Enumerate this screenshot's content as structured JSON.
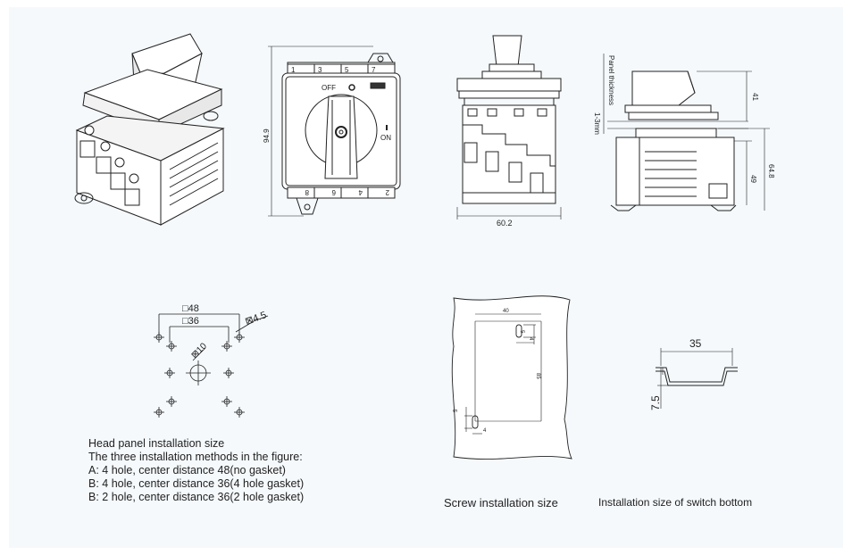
{
  "front_view": {
    "terminals_top": [
      "1",
      "3",
      "5",
      "7"
    ],
    "terminals_bottom": [
      "8",
      "6",
      "4",
      "2"
    ],
    "off_label": "OFF",
    "on_label": "ON",
    "height_dim": "94.9"
  },
  "side_view": {
    "width_dim": "60.2"
  },
  "profile_view": {
    "panel_thickness_label": "Panel thickness",
    "panel_range_label": "1-3mm",
    "dim_41": "41",
    "dim_64_8": "64.8",
    "dim_49": "49"
  },
  "hole_pattern": {
    "dim_48": "□48",
    "dim_36": "□36",
    "dim_hole": "⊠4.5",
    "dim_center": "⊠10"
  },
  "head_panel_text": {
    "title": "Head panel installation size",
    "line1": "The three installation methods in the figure:",
    "line2": "A: 4 hole, center distance 48(no gasket)",
    "line3": "B: 4 hole, center distance 36(4 hole gasket)",
    "line4": "B: 2 hole, center distance 36(2 hole gasket)"
  },
  "screw_diagram": {
    "dim_40": "40",
    "dim_85": "85",
    "dim_5_top": "5",
    "dim_4_top": "4",
    "dim_5_bottom": "5",
    "dim_4_bottom": "4",
    "caption": "Screw installation size"
  },
  "rail_diagram": {
    "dim_35": "35",
    "dim_7_5": "7.5",
    "caption": "Installation size of switch bottom"
  }
}
